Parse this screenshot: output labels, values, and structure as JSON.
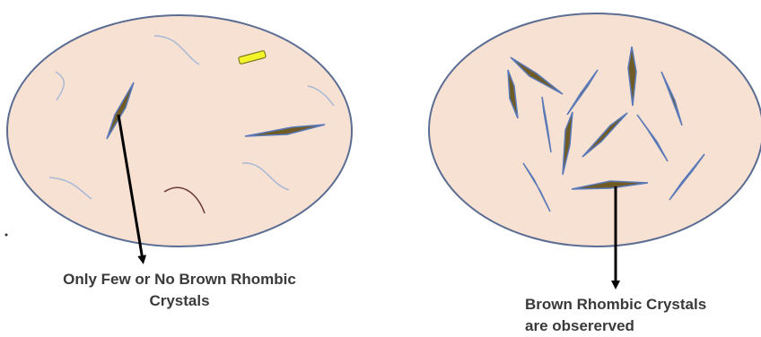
{
  "left_panel": {
    "caption_line1": "Only Few or No Brown Rhombic",
    "caption_line2": "Crystals"
  },
  "right_panel": {
    "caption_line1": "Brown Rhombic Crystals",
    "caption_line2": "are obsererved"
  },
  "colors": {
    "field_fill": "#f7e1d3",
    "field_stroke": "#5b6d93",
    "crystal_fill": "#6e5b26",
    "crystal_stroke": "#5a79b8",
    "fiber_blue": "#a9b9d6",
    "fiber_dark": "#6b3a3a",
    "cell_yellow": "#f4f42b",
    "arrow": "#000000"
  },
  "icons": [
    "microscope-field",
    "rhombic-crystal",
    "arrow-pointer",
    "fiber-strand",
    "yellow-cell"
  ]
}
